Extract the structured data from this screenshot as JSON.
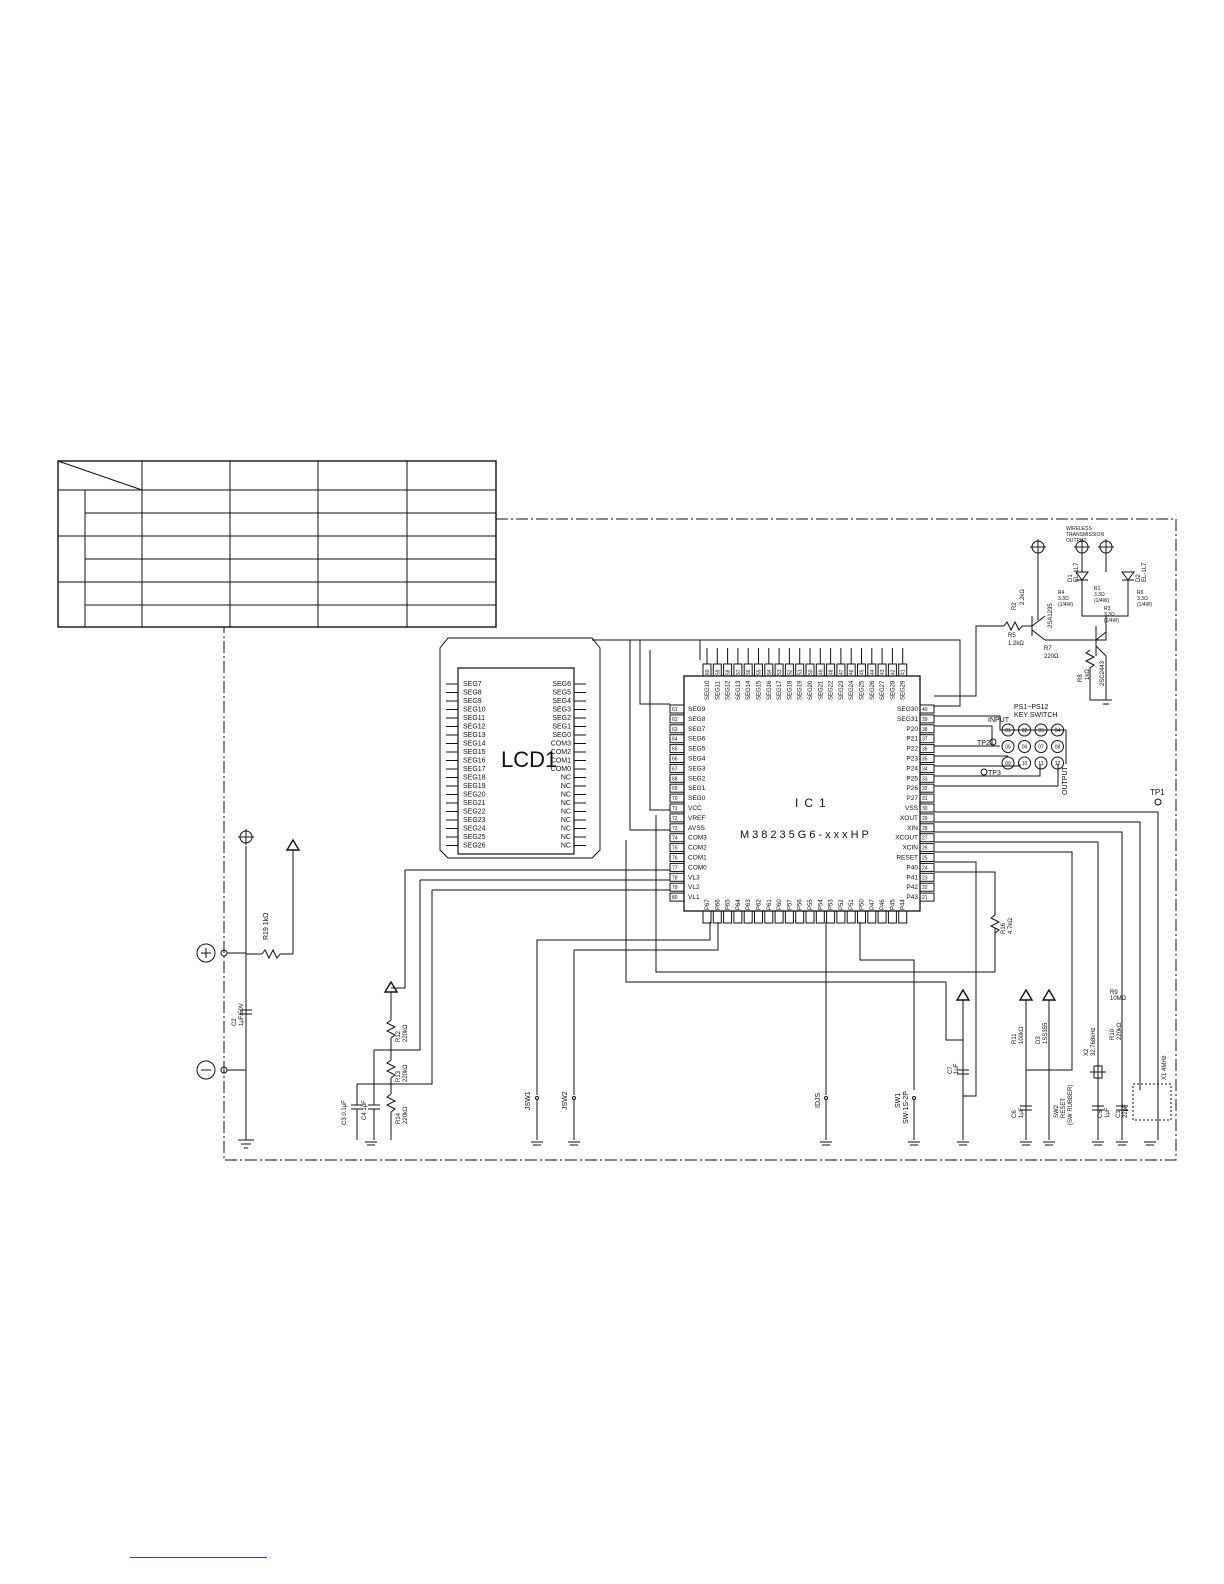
{
  "lcd": {
    "name": "LCD1",
    "left_pins": [
      "SEG7",
      "SEG8",
      "SEG9",
      "SEG10",
      "SEG11",
      "SEG12",
      "SEG13",
      "SEG14",
      "SEG15",
      "SEG16",
      "SEG17",
      "SEG18",
      "SEG19",
      "SEG20",
      "SEG21",
      "SEG22",
      "SEG23",
      "SEG24",
      "SEG25",
      "SEG26"
    ],
    "right_pins": [
      "SEG6",
      "SEG5",
      "SEG4",
      "SEG3",
      "SEG2",
      "SEG1",
      "SEG0",
      "COM3",
      "COM2",
      "COM1",
      "COM0",
      "NC",
      "NC",
      "NC",
      "NC",
      "NC",
      "NC",
      "NC",
      "NC",
      "NC"
    ]
  },
  "ic": {
    "name": "IC1",
    "part": "M38235G6-xxxHP",
    "top_pins": [
      "SEG10",
      "SEG11",
      "SEG12",
      "SEG13",
      "SEG14",
      "SEG15",
      "SEG16",
      "SEG17",
      "SEG18",
      "SEG19",
      "SEG20",
      "SEG21",
      "SEG22",
      "SEG23",
      "SEG24",
      "SEG25",
      "SEG26",
      "SEG27",
      "SEG28",
      "SEG29"
    ],
    "top_nums": [
      "60",
      "59",
      "58",
      "57",
      "56",
      "55",
      "54",
      "53",
      "52",
      "51",
      "50",
      "49",
      "48",
      "47",
      "46",
      "45",
      "44",
      "43",
      "42",
      "41"
    ],
    "left_pins": [
      "SEG9",
      "SEG8",
      "SEG7",
      "SEG6",
      "SEG5",
      "SEG4",
      "SEG3",
      "SEG2",
      "SEG1",
      "SEG0",
      "VCC",
      "VREF",
      "AVSS",
      "COM3",
      "COM2",
      "COM1",
      "COM0",
      "VL3",
      "VL2",
      "VL1"
    ],
    "left_nums": [
      "61",
      "62",
      "63",
      "64",
      "65",
      "66",
      "67",
      "68",
      "69",
      "70",
      "71",
      "72",
      "73",
      "74",
      "75",
      "76",
      "77",
      "78",
      "79",
      "80"
    ],
    "right_pins": [
      "SEG30",
      "SEG31",
      "P20",
      "P21",
      "P22",
      "P23",
      "P24",
      "P25",
      "P26",
      "P27",
      "VSS",
      "XOUT",
      "XIN",
      "XCOUT",
      "XCIN",
      "RESET",
      "P40",
      "P41",
      "P42",
      "P43"
    ],
    "right_nums": [
      "40",
      "39",
      "38",
      "37",
      "36",
      "35",
      "34",
      "33",
      "32",
      "31",
      "30",
      "29",
      "28",
      "27",
      "26",
      "25",
      "24",
      "23",
      "22",
      "21"
    ],
    "bottom_pins": [
      "P67",
      "P66",
      "P65",
      "P64",
      "P63",
      "P62",
      "P61",
      "P60",
      "P57",
      "P56",
      "P55",
      "P54",
      "P53",
      "P52",
      "P51",
      "P50",
      "P47",
      "P46",
      "P45",
      "P44"
    ]
  },
  "keys": {
    "title": "PS1~PS12",
    "subtitle": "KEY SWITCH",
    "input_label": "INPUT",
    "output_label": "OUTPUT",
    "buttons": [
      "01",
      "02",
      "03",
      "04",
      "05",
      "06",
      "07",
      "08",
      "09",
      "10",
      "11",
      "12"
    ]
  },
  "labels": {
    "tp1": "TP1",
    "tp2": "TP2",
    "tp3": "TP3",
    "wireless": [
      "WIRELESS",
      "TRANSMISSION",
      "OUTPUT"
    ],
    "r2": [
      "R2",
      "2.2kΩ"
    ],
    "r5": [
      "R5",
      "1.2kΩ"
    ],
    "q1": "2SA1235",
    "r7": [
      "R7",
      "220Ω"
    ],
    "r8": [
      "R8",
      "1kΩ"
    ],
    "q2": "2SC2443",
    "d1": [
      "D1",
      "EL-1L7"
    ],
    "d2": [
      "D2",
      "EL-1L7"
    ],
    "r1": [
      "R1",
      "3.3Ω",
      "(1/4W)"
    ],
    "r3": [
      "R3",
      "3.3Ω",
      "(1/4W)"
    ],
    "r4": [
      "R4",
      "3.3Ω",
      "(1/4W)"
    ],
    "r6": [
      "R6",
      "3.3Ω",
      "(1/4W)"
    ],
    "r19": "R19 1kΩ",
    "c2": [
      "C2",
      "1μF/50V"
    ],
    "r12": [
      "R12",
      "220kΩ"
    ],
    "r13": [
      "R13",
      "220kΩ"
    ],
    "r14": [
      "R14",
      "220kΩ"
    ],
    "c3": "C3 0.1μF",
    "c4": "C4 1μF",
    "jsw1": "JSW1",
    "jsw2": "JSW2",
    "idjs": "IDJS",
    "sw1": [
      "SW1",
      "SW-1S-2P"
    ],
    "r16": [
      "R16",
      "4.7kΩ"
    ],
    "c7": [
      "C7",
      "1μF"
    ],
    "r11": [
      "R11",
      "100kΩ"
    ],
    "d3": [
      "D3",
      "1SS355"
    ],
    "c6": [
      "C6",
      "1μF"
    ],
    "sw2": [
      "SW2",
      "RESET",
      "(SW RUBBER)"
    ],
    "r9": [
      "R9",
      "10MΩ"
    ],
    "r10": [
      "R10",
      "220kΩ"
    ],
    "x2": [
      "X2",
      "32.768kHz"
    ],
    "c5": [
      "C5",
      "1μF"
    ],
    "c1": [
      "C1",
      "22pF"
    ],
    "x1": "X1 4MHz"
  }
}
